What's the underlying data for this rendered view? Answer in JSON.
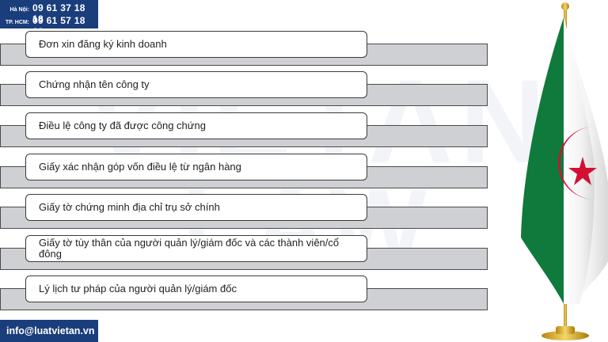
{
  "hotline": {
    "hanoi_label": "Hà Nội:",
    "hanoi_number": "09 61 37 18 18",
    "hcm_label": "TP. HCM:",
    "hcm_number": "09 61 57 18 18"
  },
  "items": [
    {
      "label": "Đơn xin đăng ký kinh doanh"
    },
    {
      "label": "Chứng nhận tên công ty"
    },
    {
      "label": "Điều lệ công ty đã được công chứng"
    },
    {
      "label": "Giấy xác nhận góp vốn điều lệ từ ngân hàng"
    },
    {
      "label": "Giấy tờ chứng minh địa chỉ trụ sở chính"
    },
    {
      "label": "Giấy tờ tùy thân của người quản lý/giám đốc và các thành viên/cổ đông"
    },
    {
      "label": "Lý lịch tư pháp của người quản lý/giám đốc"
    }
  ],
  "watermark": {
    "line1": "VIETAN",
    "line2": "LAW"
  },
  "footer": {
    "email": "info@luatvietan.vn"
  },
  "colors": {
    "brand_blue": "#1a3d7c",
    "flag_green": "#0f7a3c",
    "flag_red": "#d21034",
    "bar_gray": "#cfd0d3"
  },
  "icons": {
    "flag": "algeria-flag-icon"
  }
}
